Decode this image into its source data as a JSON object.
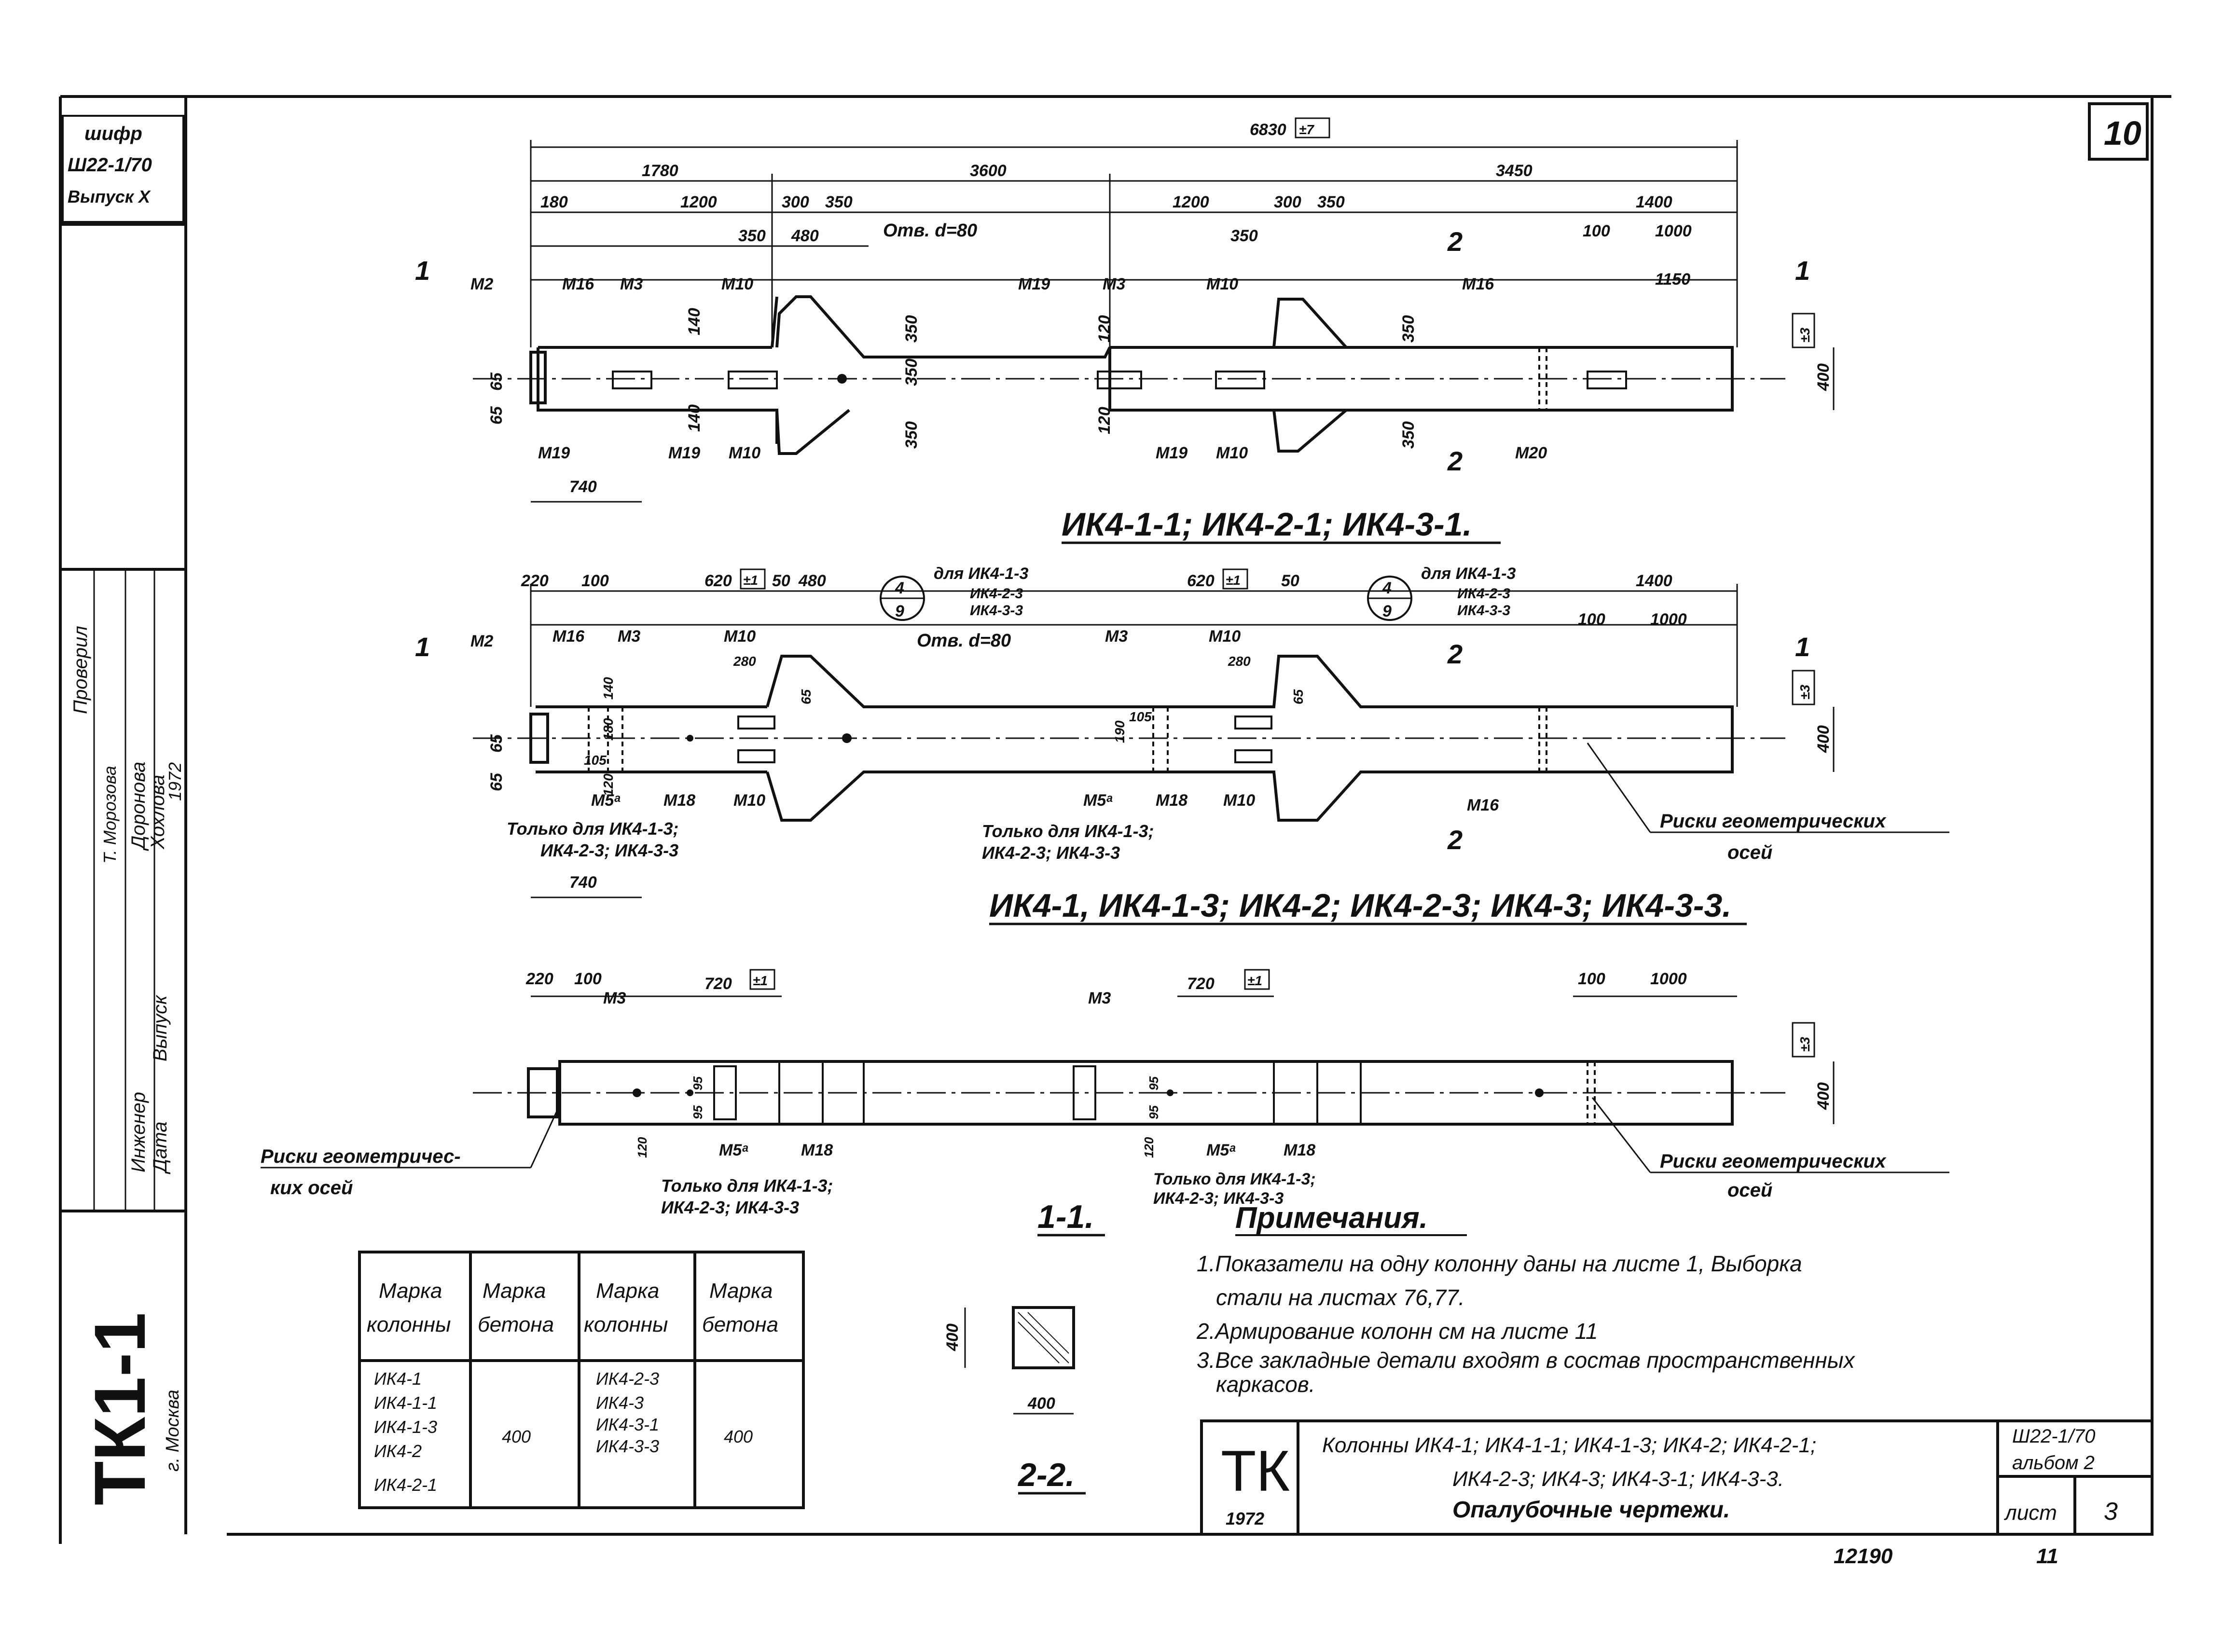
{
  "sheet_number": "10",
  "stamp": {
    "line1": "шифр",
    "line2": "Ш22-1/70",
    "line3": "Выпуск X"
  },
  "left_strip": {
    "rows": [
      "Проверил",
      "Т. Морозова",
      "Доронова",
      "Хохлова",
      "1972"
    ],
    "engineer_row": [
      "Инженер",
      "Дата",
      "Выпуск"
    ],
    "series_mark": "ТК1-1",
    "city": "г. Москва"
  },
  "view1": {
    "title": "ИК4-1-1; ИК4-2-1; ИК4-3-1.",
    "overall": "6830",
    "tolerance_overall": "±7",
    "segments": [
      "1780",
      "3600",
      "3450"
    ],
    "dims_top": [
      "180",
      "1200",
      "300",
      "350",
      "1200",
      "300",
      "350",
      "1400"
    ],
    "dims_second": [
      "350",
      "480",
      "350",
      "100",
      "1000",
      "1150"
    ],
    "hole": "Отв. d=80",
    "vertical_dims": [
      "65",
      "65",
      "140",
      "350",
      "120",
      "350",
      "350",
      "350",
      "120",
      "140",
      "350"
    ],
    "width": "400",
    "bottom_dim": "740",
    "tolerance_width": "±3",
    "labels": [
      "М2",
      "М16",
      "М3",
      "М10",
      "М19",
      "М3",
      "М10",
      "М16",
      "М19",
      "М19",
      "М10",
      "М19",
      "М10",
      "М20"
    ],
    "section_mark_1": "1",
    "section_mark_2": "2"
  },
  "view2": {
    "title": "ИК4-1, ИК4-1-3; ИК4-2; ИК4-2-3; ИК4-3; ИК4-3-3.",
    "dims_top": [
      "220",
      "100",
      "620",
      "480",
      "620",
      "50",
      "50",
      "1400",
      "100",
      "1000"
    ],
    "tolerance": "±1",
    "callout_top": "4",
    "callout_bottom": "9",
    "callout_note": "для ИК4-1-3",
    "callout_note_2": "ИК4-2-3",
    "callout_note_3": "ИК4-3-3",
    "hole": "Отв. d=80",
    "small_dims": [
      "280",
      "140",
      "180",
      "105",
      "120",
      "65",
      "190",
      "105"
    ],
    "width": "400",
    "tolerance_width": "±3",
    "bottom_dim": "740",
    "labels": [
      "М2",
      "М16",
      "М3",
      "М10",
      "М3",
      "М10",
      "М5ᵃ",
      "М18",
      "М10",
      "М5ᵃ",
      "М18",
      "М10",
      "М16"
    ],
    "only_for": "Только для ИК4-1-3;",
    "only_for_2": "ИК4-2-3; ИК4-3-3",
    "risks": "Риски геометрических",
    "risks_2": "осей"
  },
  "view3": {
    "title": "1-1.",
    "dims_top": [
      "220",
      "100",
      "720",
      "720",
      "100",
      "1000"
    ],
    "tolerance": "±1",
    "width": "400",
    "tolerance_width": "±3",
    "small_dims": [
      "95",
      "95",
      "120"
    ],
    "labels": [
      "М3",
      "М3",
      "М5ᵃ",
      "М18",
      "М5ᵃ",
      "М18"
    ],
    "risks_left": "Риски геометричес-",
    "risks_left_2": "ких осей",
    "risks_right": "Риски геометрических",
    "risks_right_2": "осей",
    "only_for": "Только для ИК4-1-3;",
    "only_for_2": "ИК4-2-3; ИК4-3-3"
  },
  "section22": {
    "title": "2-2.",
    "dim_v": "400",
    "dim_h": "400"
  },
  "notes": {
    "title": "Примечания.",
    "items": [
      "1.Показатели на одну колонну даны на листе 1, Выборка",
      "стали на листах 76,77.",
      "2.Армирование колонн см на листе 11",
      "3.Все закладные детали входят в состав пространственных",
      "каркасов."
    ]
  },
  "table": {
    "headers": [
      [
        "Марка",
        "колонны"
      ],
      [
        "Марка",
        "бетона"
      ],
      [
        "Марка",
        "колонны"
      ],
      [
        "Марка",
        "бетона"
      ]
    ],
    "col1": [
      "ИК4-1",
      "ИК4-1-1",
      "ИК4-1-3",
      "ИК4-2",
      "ИК4-2-1"
    ],
    "col2": "400",
    "col3": [
      "ИК4-2-3",
      "ИК4-3",
      "ИК4-3-1",
      "ИК4-3-3"
    ],
    "col4": "400"
  },
  "title_block": {
    "logo": "ТК",
    "year": "1972",
    "line1": "Колонны ИК4-1; ИК4-1-1; ИК4-1-3; ИК4-2; ИК4-2-1;",
    "line2": "ИК4-2-3; ИК4-3; ИК4-3-1; ИК4-3-3.",
    "line3": "Опалубочные чертежи.",
    "series": "Ш22-1/70",
    "album": "альбом 2",
    "sheet_label": "лист",
    "sheet_no": "3",
    "footer_code": "12190",
    "footer_page": "11"
  }
}
